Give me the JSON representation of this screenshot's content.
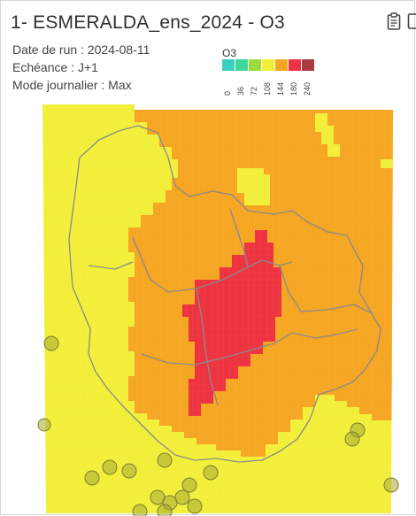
{
  "title": "1- ESMERALDA_ens_2024 - O3",
  "meta": {
    "run_date": "Date de run : 2024-08-11",
    "echeance": "Echéance : J+1",
    "mode": "Mode journalier : Max"
  },
  "legend": {
    "title": "O3",
    "ticks": [
      "0",
      "36",
      "72",
      "108",
      "144",
      "180",
      "240"
    ],
    "colors": [
      "#3ccfc0",
      "#3fd79a",
      "#9bdc3a",
      "#f2ef3a",
      "#f5a623",
      "#ee3340",
      "#a93c43"
    ]
  },
  "map_colors": {
    "yellow": "#f2ef3a",
    "orange": "#f5a623",
    "red": "#ee3340",
    "border": "#8a8a8a",
    "station": "#a7a838"
  },
  "icons": [
    "clipboard-icon",
    "export-icon"
  ]
}
